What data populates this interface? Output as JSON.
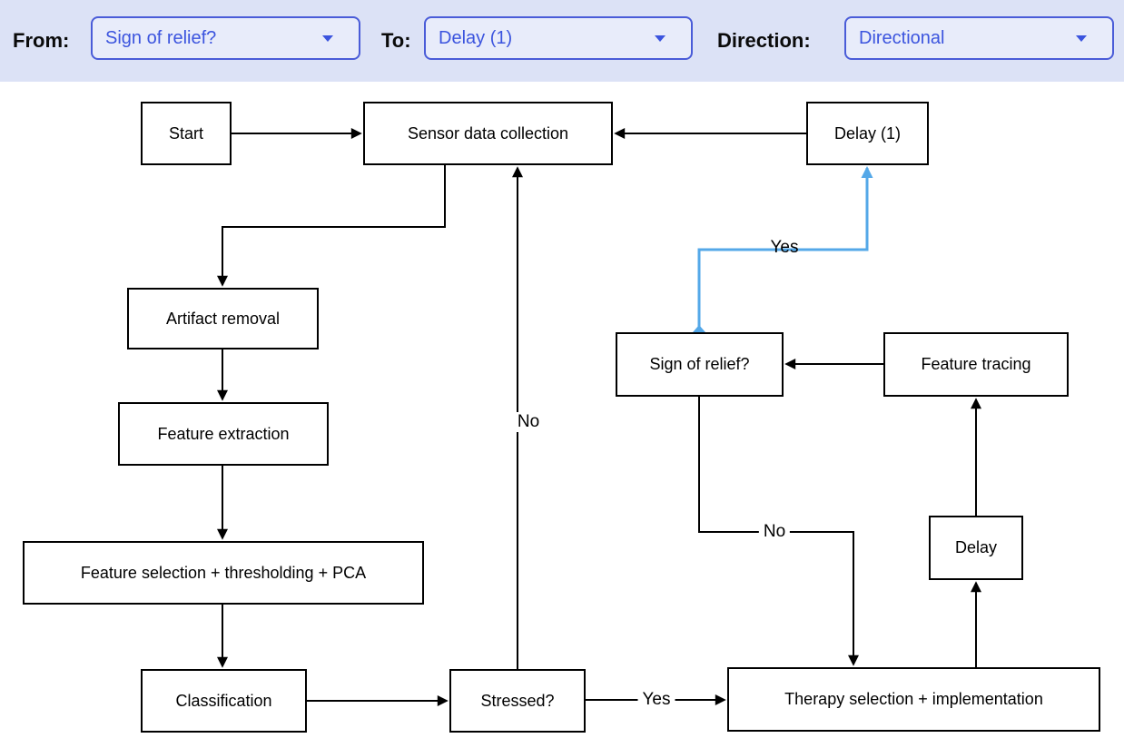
{
  "colors": {
    "toolbar-bg": "#dce2f6",
    "dropdown-bg": "#e8ecfa",
    "dropdown-border": "#4a5cd8",
    "dropdown-text": "#3b54de",
    "node-border": "#000000",
    "edge": "#000000",
    "highlight": "#54a8e8"
  },
  "toolbar": {
    "from": {
      "label": "From:",
      "value": "Sign of relief?"
    },
    "to": {
      "label": "To:",
      "value": "Delay (1)"
    },
    "direction": {
      "label": "Direction:",
      "value": "Directional"
    }
  },
  "diagram": {
    "nodes": {
      "start": "Start",
      "sensor": "Sensor data collection",
      "delay1": "Delay (1)",
      "artifact": "Artifact removal",
      "feature_extraction": "Feature extraction",
      "feature_selection": "Feature selection + thresholding + PCA",
      "classification": "Classification",
      "stressed": "Stressed?",
      "sign_of_relief": "Sign of relief?",
      "feature_tracing": "Feature tracing",
      "delay": "Delay",
      "therapy": "Therapy selection + implementation"
    },
    "edge_labels": {
      "stressed_yes": "Yes",
      "stressed_no": "No",
      "relief_yes": "Yes",
      "relief_no": "No"
    },
    "highlighted_edge": {
      "from": "Sign of relief?",
      "to": "Delay (1)"
    }
  }
}
